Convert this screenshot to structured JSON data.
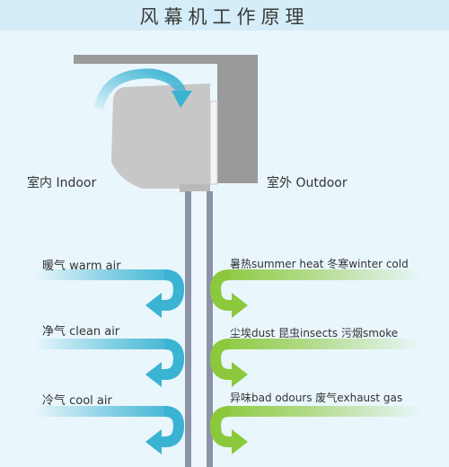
{
  "title": "风幕机工作原理",
  "indoor_label": "室内   Indoor",
  "outdoor_label": "室外   Outdoor",
  "indoor_items": [
    "暖气 warm air",
    "净气 clean air",
    "冷气 cool air"
  ],
  "outdoor_items": [
    "暑热summer heat  冬寒winter cold",
    "尘埃dust  昆虫insects  污烟smoke",
    "异味bad odours  废气exhaust gas"
  ],
  "colors": {
    "indoor_arrow": "#3bb3d3",
    "outdoor_arrow": "#8cc83c",
    "unit": "#c7c7c7",
    "curtain": "#8c93a6"
  }
}
